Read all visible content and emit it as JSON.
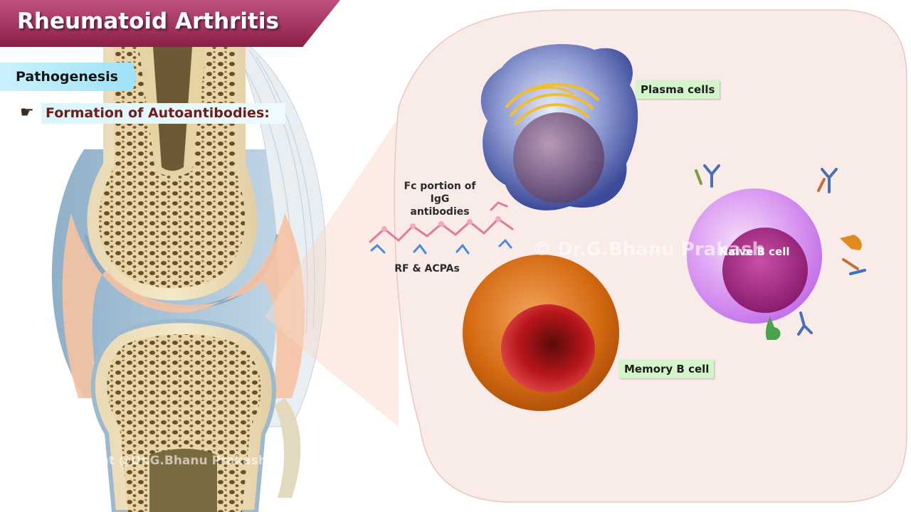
{
  "title": "Rheumatoid Arthritis",
  "section": "Pathogenesis",
  "bullet": {
    "icon": "pointing-hand-icon",
    "text": "Formation of Autoantibodies:"
  },
  "labels": {
    "plasma_cells": "Plasma cells",
    "fc_portion": "Fc portion of IgG antibodies",
    "rf_acpas": "RF & ACPAs",
    "memory_b_cell": "Memory B cell",
    "naive_b_cell": "Naive B cell"
  },
  "watermarks": {
    "center": "© Dr.G.Bhanu Prakash",
    "bottom_left": "©Copyright @Dr.G.Bhanu Prakash"
  },
  "colors": {
    "title_banner": "#a8335f",
    "subtitle_bar": "#b6eafa",
    "label_bg": "#d3f5c9",
    "bullet_text": "#701c17"
  }
}
